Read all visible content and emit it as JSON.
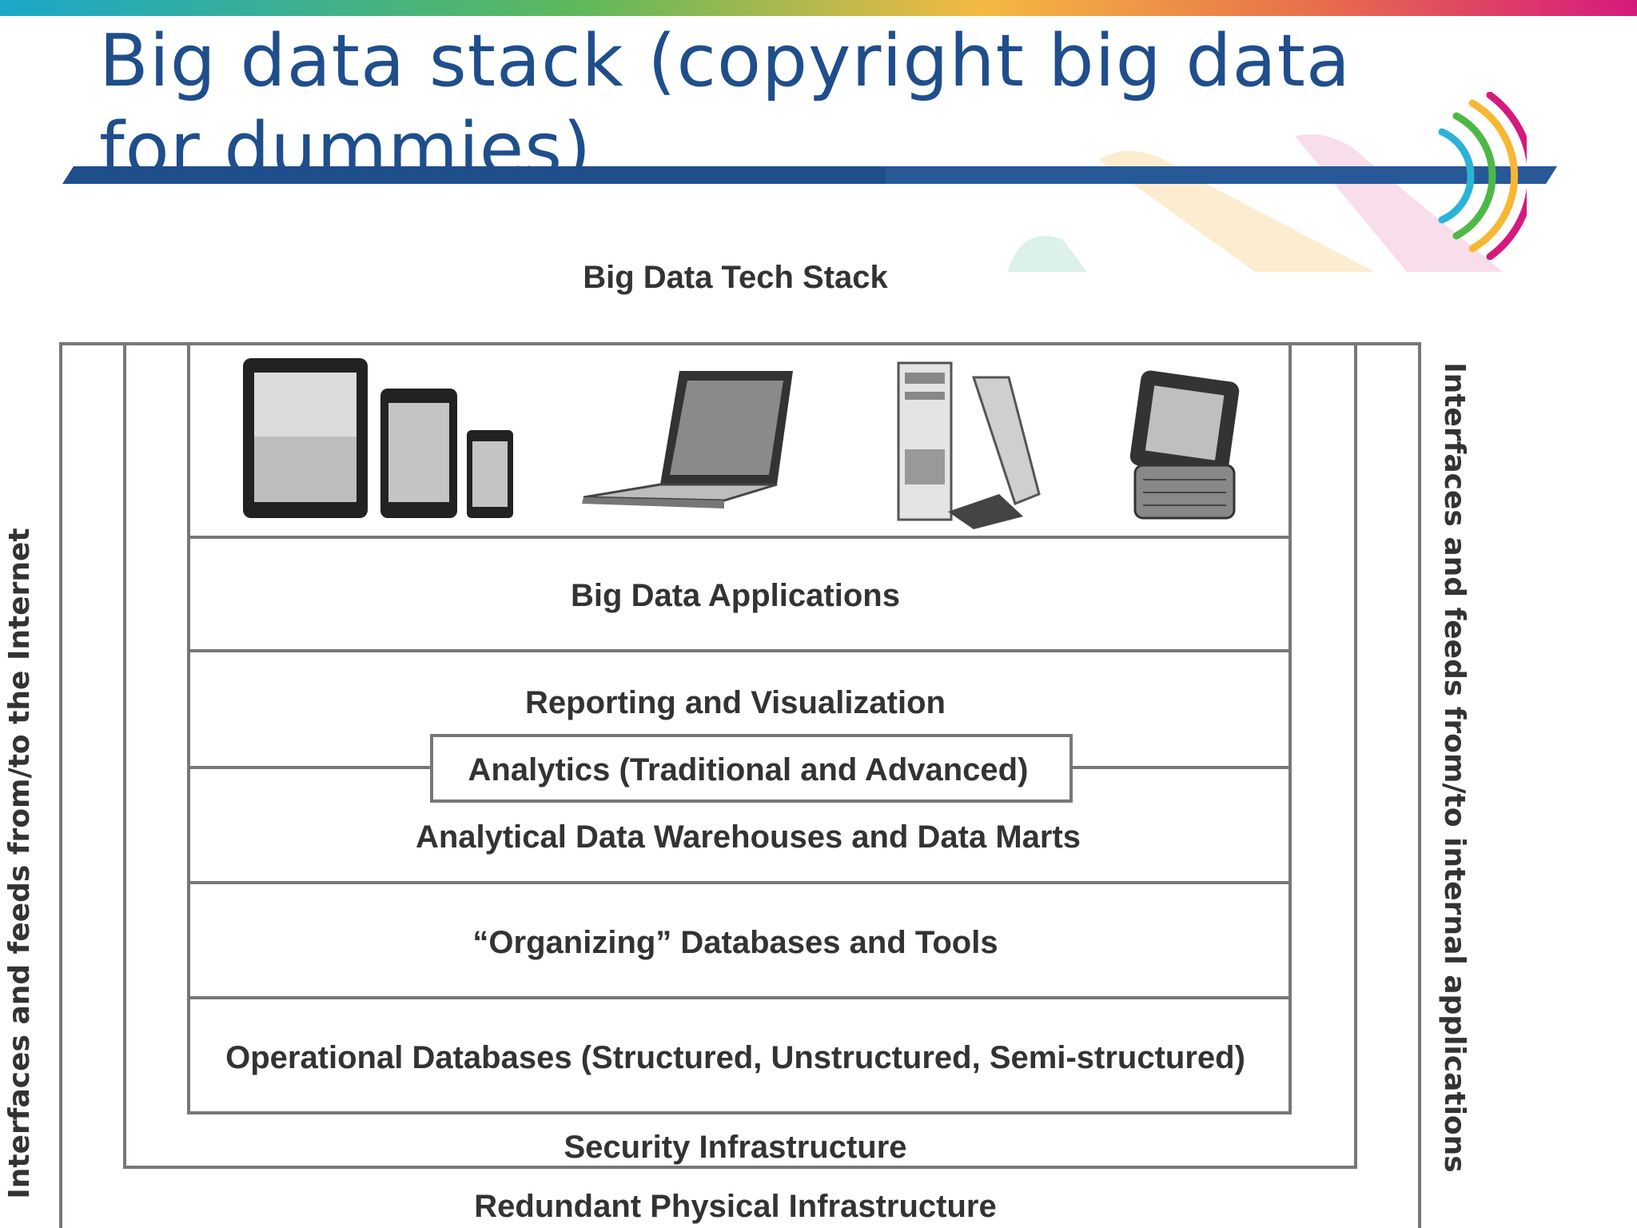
{
  "slide": {
    "title": "Big data stack (copyright big data for dummies)"
  },
  "diagram": {
    "heading": "Big Data Tech Stack",
    "layers": {
      "applications": "Big Data Applications",
      "reporting": "Reporting and Visualization",
      "analytics": "Analytics (Traditional and Advanced)",
      "warehouses": "Analytical Data Warehouses and Data Marts",
      "organizing": "“Organizing” Databases and Tools",
      "operational": "Operational Databases (Structured, Unstructured, Semi-structured)",
      "security": "Security Infrastructure",
      "physical": "Redundant Physical Infrastructure"
    },
    "side_left": "Interfaces and feeds from/to the Internet",
    "side_right": "Interfaces and feeds from/to internal applications",
    "devices": [
      "tablet-icon",
      "smartphone-icon",
      "laptop-icon",
      "desktop-tower-icon",
      "slider-phone-icon"
    ]
  },
  "colors": {
    "title": "#1f4e8c",
    "rule": "#1f4e8c",
    "logo_arcs": [
      "#2bb3d6",
      "#4cb848",
      "#f7b731",
      "#d6197d"
    ]
  }
}
